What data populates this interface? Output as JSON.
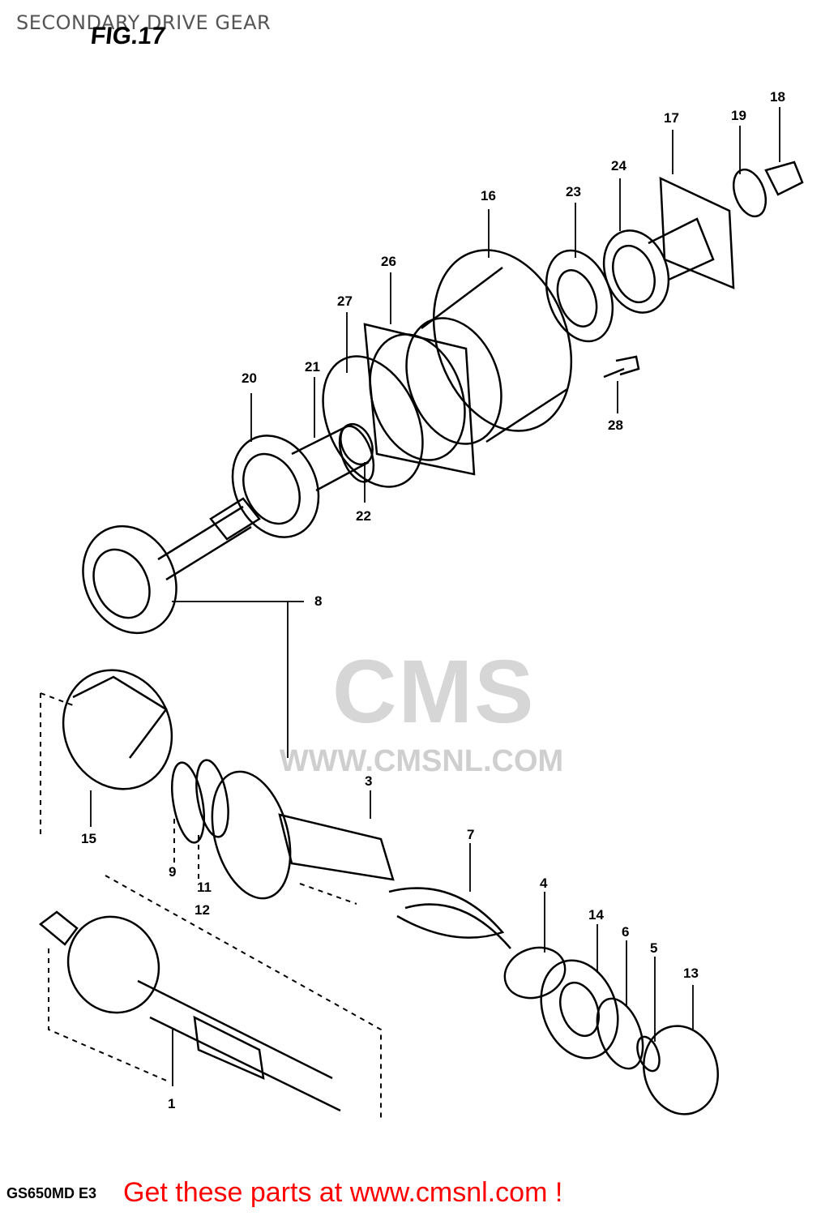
{
  "header": {
    "page_title": "SECONDARY DRIVE GEAR",
    "figure_label": "FIG.17"
  },
  "footer": {
    "model_code": "GS650MD E3",
    "call_to_action": "Get these parts at www.cmsnl.com !"
  },
  "watermark": {
    "logo_text": "CMS",
    "url_text": "WWW.CMSNL.COM"
  },
  "callouts": {
    "c1": "1",
    "c3": "3",
    "c4": "4",
    "c5": "5",
    "c6": "6",
    "c7": "7",
    "c8": "8",
    "c9": "9",
    "c11": "11",
    "c12": "12",
    "c13": "13",
    "c14": "14",
    "c15": "15",
    "c16": "16",
    "c17": "17",
    "c18": "18",
    "c19": "19",
    "c20": "20",
    "c21": "21",
    "c22": "22",
    "c23": "23",
    "c24": "24",
    "c26": "26",
    "c27": "27",
    "c28": "28"
  },
  "colors": {
    "title_gray": "#555555",
    "cta_red": "#ff0000",
    "line_black": "#000000",
    "watermark_gray": "#d6d6d6"
  }
}
